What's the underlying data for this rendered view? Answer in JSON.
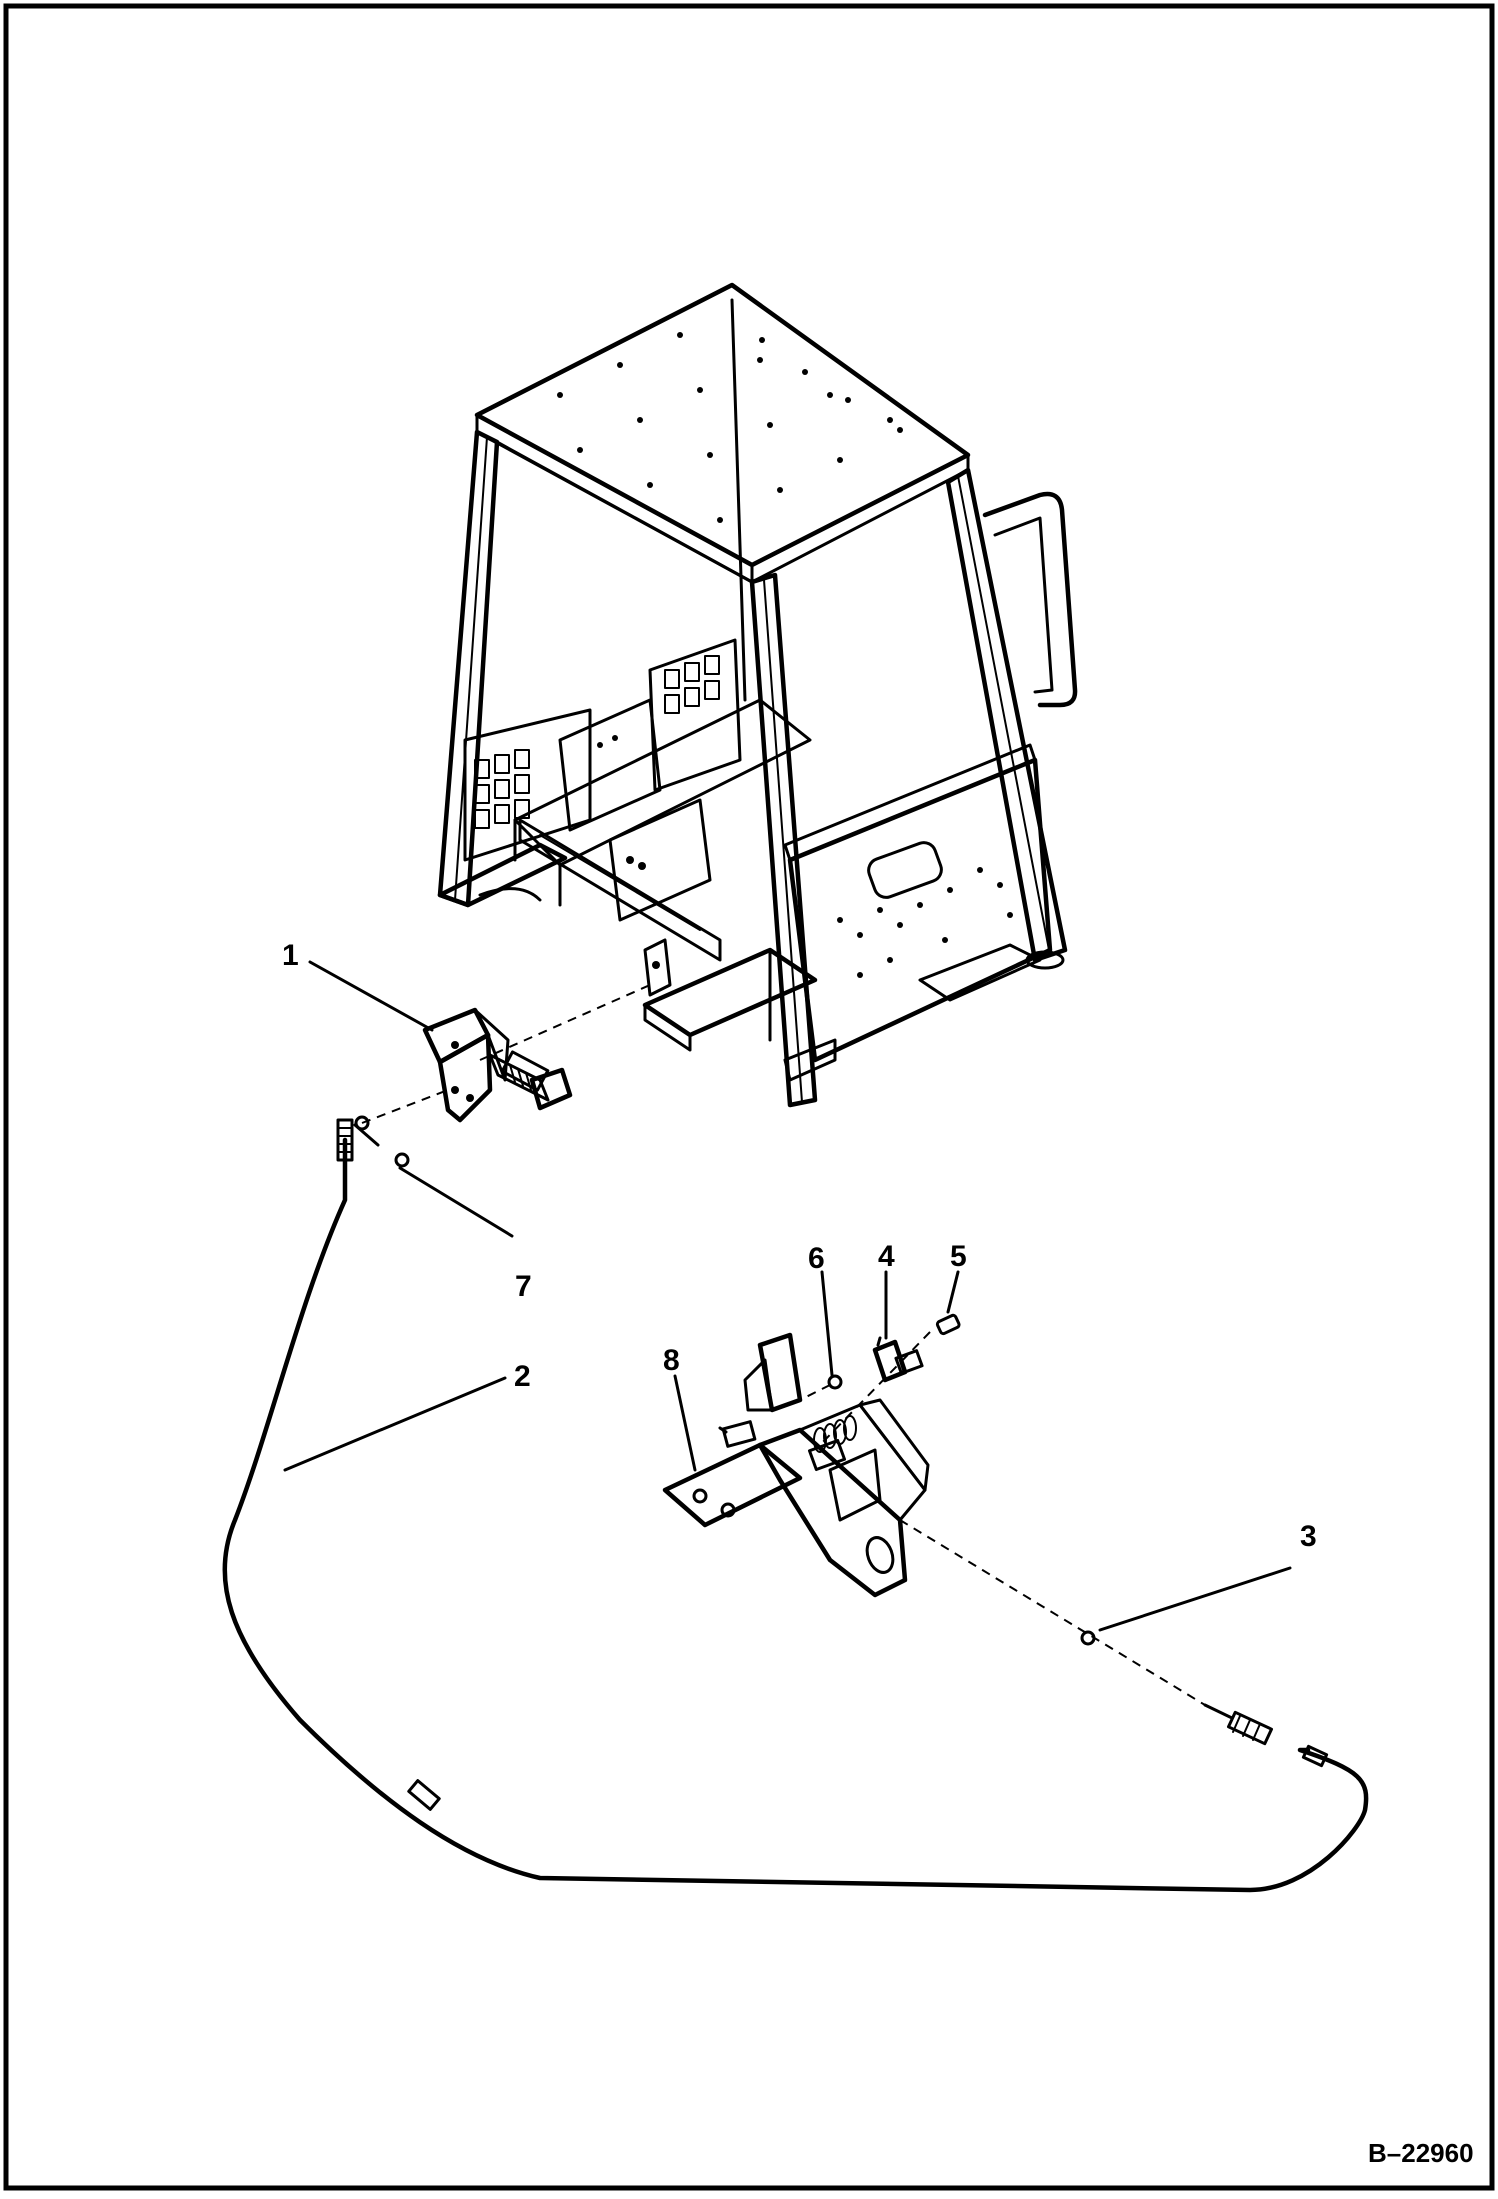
{
  "figure_id": "B–22960",
  "callouts": [
    {
      "id": "1",
      "label": "1"
    },
    {
      "id": "2",
      "label": "2"
    },
    {
      "id": "3",
      "label": "3"
    },
    {
      "id": "4",
      "label": "4"
    },
    {
      "id": "5",
      "label": "5"
    },
    {
      "id": "6",
      "label": "6"
    },
    {
      "id": "7",
      "label": "7"
    },
    {
      "id": "8",
      "label": "8"
    }
  ]
}
